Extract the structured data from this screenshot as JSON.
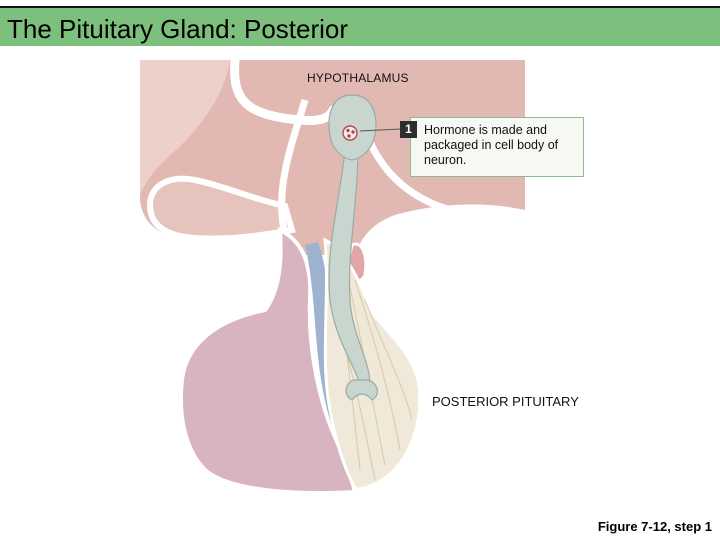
{
  "header": {
    "title": "The Pituitary Gland: Posterior"
  },
  "labels": {
    "hypothalamus": "HYPOTHALAMUS",
    "posterior_pituitary": "POSTERIOR PITUITARY"
  },
  "step": {
    "number": "1",
    "text": "Hormone is made and packaged in cell body of neuron."
  },
  "caption": "Figure 7-12, step 1",
  "colors": {
    "header_bg": "#7dbf7d",
    "tissue_pink": "#e2b9b2",
    "anterior_lobe": "#d7b4bf",
    "neuron": "#c9d5cf",
    "posterior_lobe": "#f0e8d8",
    "callout_border": "#8ebc8e"
  }
}
